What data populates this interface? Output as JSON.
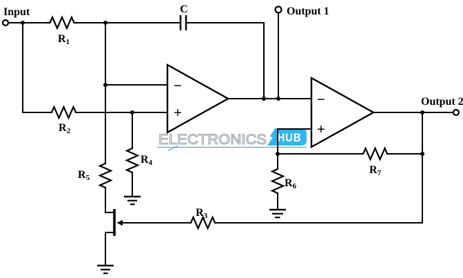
{
  "colors": {
    "line": "#000000",
    "background": "#ffffff",
    "watermark_gray": "#9aa1a7",
    "accent": "#35b5e9",
    "badge_text": "#ffffff"
  },
  "terminals": {
    "input": "Input",
    "output1": "Output 1",
    "output2": "Output 2"
  },
  "components": {
    "capacitor": "C",
    "r1": {
      "base": "R",
      "sub": "1"
    },
    "r2": {
      "base": "R",
      "sub": "2"
    },
    "r3": {
      "base": "R",
      "sub": "3"
    },
    "r4": {
      "base": "R",
      "sub": "4"
    },
    "r5": {
      "base": "R",
      "sub": "5"
    },
    "r6": {
      "base": "R",
      "sub": "6"
    },
    "r7": {
      "base": "R",
      "sub": "7"
    },
    "opamp_minus": "−",
    "opamp_plus": "+"
  },
  "watermark": {
    "brand": "ELECTRONICS",
    "badge": "HUB"
  }
}
